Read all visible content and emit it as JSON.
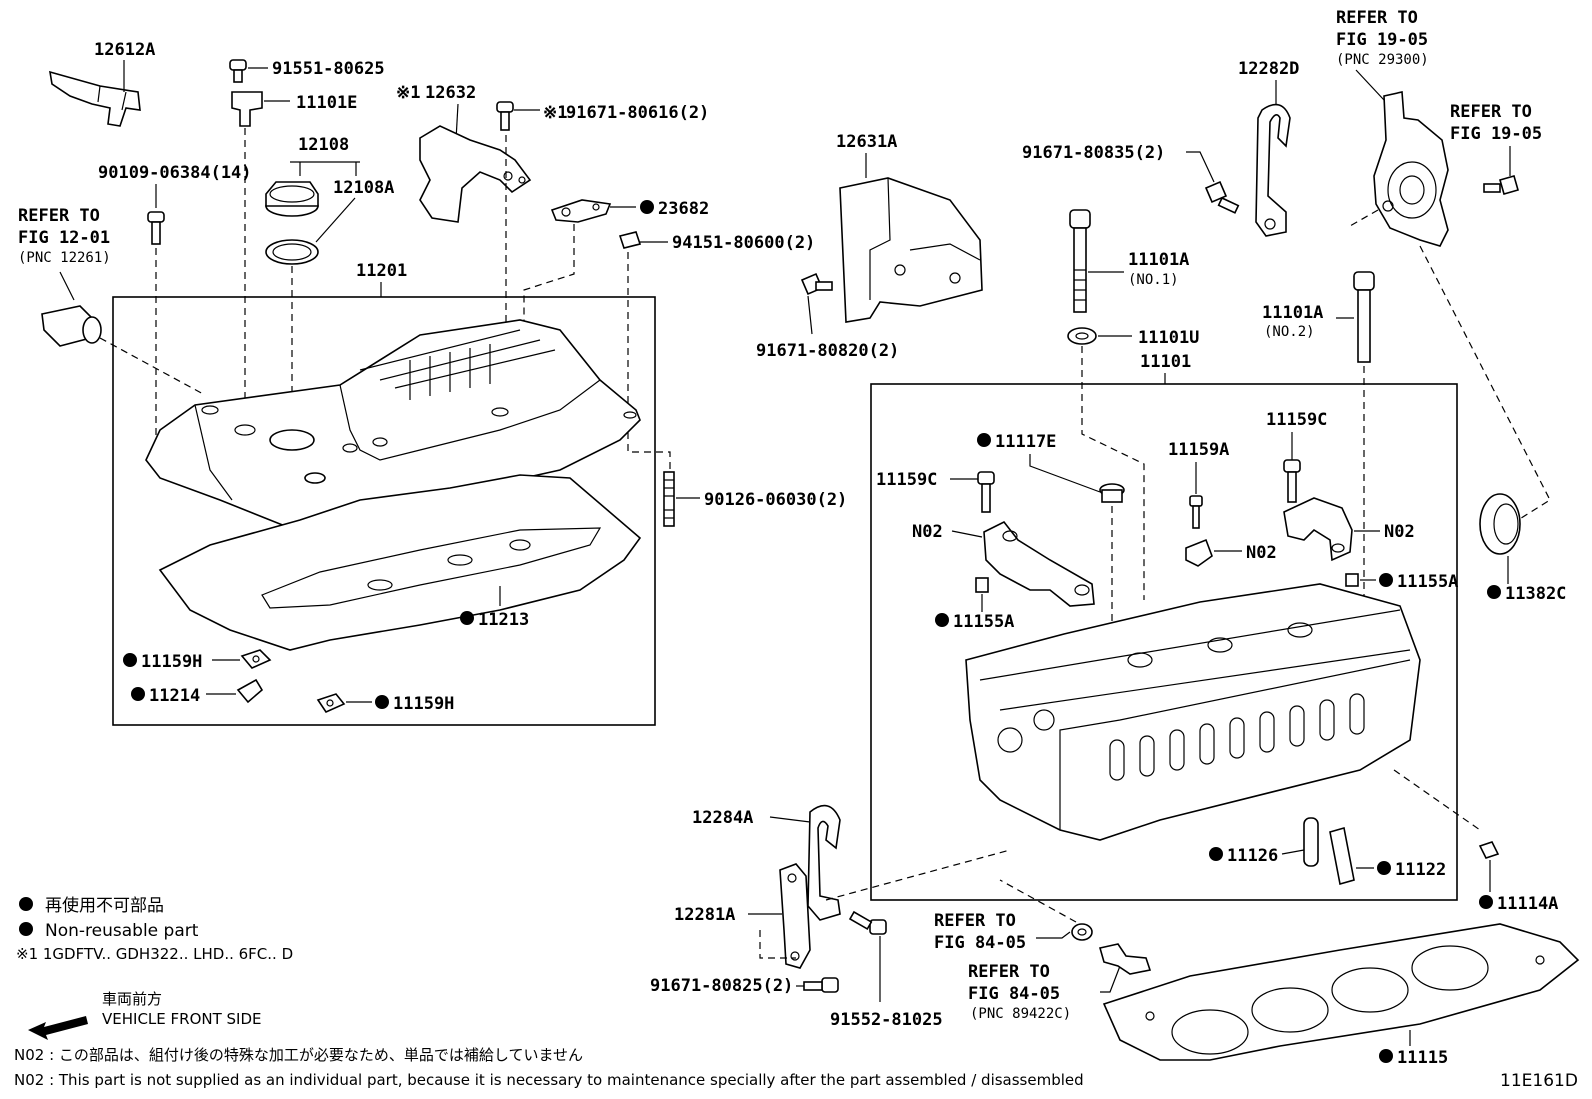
{
  "parts": {
    "p12612A": "12612A",
    "p91551": "91551-80625",
    "p11101E": "11101E",
    "p12632": "12632",
    "p91671_616": "91671-80616(2)",
    "p12108": "12108",
    "p12108A": "12108A",
    "p90109": "90109-06384(14)",
    "p23682": "23682",
    "p94151": "94151-80600(2)",
    "p11201": "11201",
    "p90126": "90126-06030(2)",
    "p11213": "11213",
    "p11159H_a": "11159H",
    "p11214": "11214",
    "p11159H_b": "11159H",
    "p12631A": "12631A",
    "p91671_820": "91671-80820(2)",
    "p12282D": "12282D",
    "p91671_835": "91671-80835(2)",
    "p11101A_1": "11101A",
    "p11101A_1_sub": "(NO.1)",
    "p11101U": "11101U",
    "p11101": "11101",
    "p11101A_2": "11101A",
    "p11101A_2_sub": "(NO.2)",
    "p11117E": "11117E",
    "p11159C_a": "11159C",
    "p11159A": "11159A",
    "p11159C_b": "11159C",
    "p N02_a": "N02",
    "pN02_a": "N02",
    "pN02_b": "N02",
    "pN02_c": "N02",
    "p11155A_a": "11155A",
    "p11155A_b": "11155A",
    "p11382C": "11382C",
    "p11126": "11126",
    "p11122": "11122",
    "p11114A": "11114A",
    "p12284A": "12284A",
    "p12281A": "12281A",
    "p91671_825": "91671-80825(2)",
    "p91552": "91552-81025",
    "p11115": "11115"
  },
  "refs": {
    "ref_12_01_a": "REFER TO",
    "ref_12_01_b": "FIG 12-01",
    "ref_12_01_c": "(PNC 12261)",
    "ref_19_05_top_a": "REFER TO",
    "ref_19_05_top_b": "FIG 19-05",
    "ref_19_05_top_c": "(PNC 29300)",
    "ref_19_05_r_a": "REFER TO",
    "ref_19_05_r_b": "FIG 19-05",
    "ref_84_05_a_a": "REFER TO",
    "ref_84_05_a_b": "FIG 84-05",
    "ref_84_05_b_a": "REFER TO",
    "ref_84_05_b_b": "FIG 84-05",
    "ref_84_05_b_c": "(PNC 89422C)"
  },
  "legend": {
    "nonreusable_jp": "再使用不可部品",
    "nonreusable_en": "Non-reusable part",
    "note1": "※1  1GDFTV.. GDH322.. LHD.. 6FC.. D",
    "front_jp": "車両前方",
    "front_en": "VEHICLE FRONT SIDE",
    "n02_jp": "N02 : この部品は、組付け後の特殊な加工が必要なため、単品では補給していません",
    "n02_en": "N02 : This part is not supplied as an individual part, because it is necessary to maintenance specially after the part assembled / disassembled",
    "figure_id": "11E161D",
    "mark1": "※1"
  }
}
